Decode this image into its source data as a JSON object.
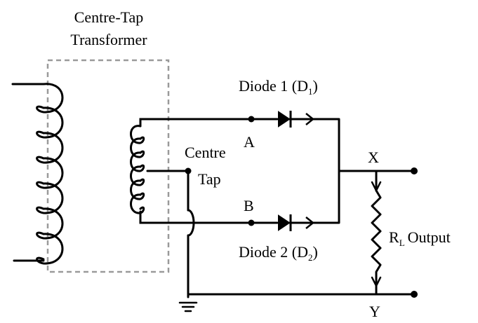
{
  "diagram": {
    "title_line1": "Centre-Tap",
    "title_line2": "Transformer",
    "diode1": {
      "name": "Diode 1 (D",
      "sub": "1",
      "close": ")"
    },
    "diode2": {
      "name": "Diode 2 (D",
      "sub": "2",
      "close": ")"
    },
    "centre_tap": {
      "line1": "Centre",
      "line2": "Tap"
    },
    "node_a": "A",
    "node_b": "B",
    "node_x": "X",
    "node_y": "Y",
    "load": {
      "symbol": "R",
      "sub": "L",
      "output": "Output"
    },
    "colors": {
      "line": "#000000",
      "box": "#9a9a9a",
      "background": "#ffffff"
    },
    "icons": [
      "diode-icon",
      "resistor-icon",
      "ground-icon",
      "transformer-coil-icon"
    ]
  }
}
